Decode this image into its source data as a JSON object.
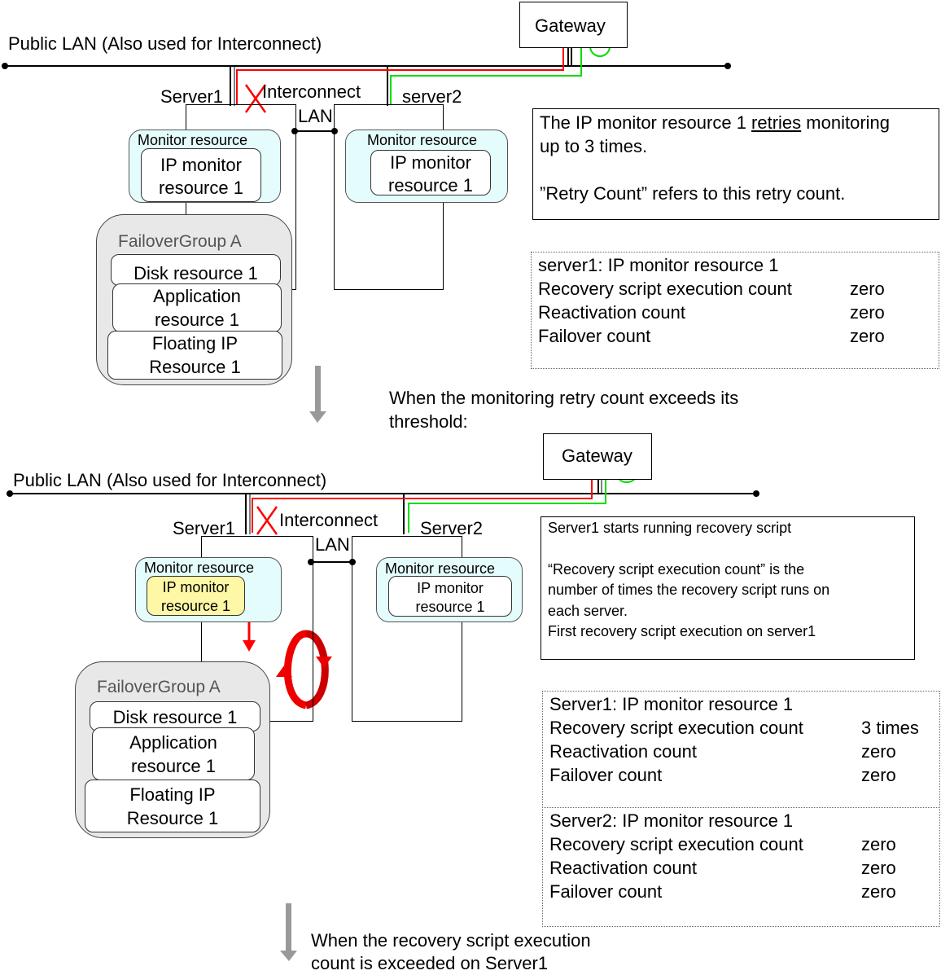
{
  "top_scene": {
    "network_label": "Public LAN (Also used for Interconnect)",
    "gateway_label": "Gateway",
    "server1_label": "Server1",
    "server2_label": "server2",
    "interconnect_label_line1": "Interconnect",
    "interconnect_label_line2": "LAN",
    "server1_monitor": {
      "title": "Monitor resource",
      "inner_line1": "IP monitor",
      "inner_line2": "resource 1"
    },
    "server2_monitor": {
      "title": "Monitor resource",
      "inner_line1": "IP monitor",
      "inner_line2": "resource 1"
    },
    "failover_group": {
      "title": "FailoverGroup A",
      "resources": [
        {
          "line1": "Disk resource 1",
          "line2": ""
        },
        {
          "line1": "Application",
          "line2": "resource 1"
        },
        {
          "line1": "Floating IP",
          "line2": "Resource 1"
        }
      ]
    },
    "note": {
      "line1_before": "The IP monitor resource 1 ",
      "line1_underlined": "retries",
      "line1_after": " monitoring",
      "line2": "up to 3 times.",
      "line3": "”Retry Count” refers to this retry count."
    },
    "counts": {
      "title": "server1: IP monitor resource 1",
      "rows": [
        {
          "label": "Recovery script execution count",
          "value": "zero"
        },
        {
          "label": "Reactivation count",
          "value": "zero"
        },
        {
          "label": "Failover count",
          "value": "zero"
        }
      ]
    }
  },
  "transition1": {
    "line1": "When the monitoring retry count exceeds its",
    "line2": "threshold:"
  },
  "bottom_scene": {
    "network_label": "Public LAN (Also used for Interconnect)",
    "gateway_label": "Gateway",
    "server1_label": "Server1",
    "server2_label": "Server2",
    "interconnect_label_line1": "Interconnect",
    "interconnect_label_line2": "LAN",
    "server1_monitor": {
      "title": "Monitor resource",
      "inner_line1": "IP monitor",
      "inner_line2": "resource 1"
    },
    "server2_monitor": {
      "title": "Monitor resource",
      "inner_line1": "IP monitor",
      "inner_line2": "resource 1"
    },
    "failover_group": {
      "title": "FailoverGroup A",
      "resources": [
        {
          "line1": "Disk resource 1",
          "line2": ""
        },
        {
          "line1": "Application",
          "line2": "resource 1"
        },
        {
          "line1": "Floating IP",
          "line2": "Resource 1"
        }
      ]
    },
    "note": {
      "line1": "Server1 starts running  recovery script",
      "line2": "“Recovery script execution count” is the",
      "line3": "number  of times the recovery script runs on",
      "line4": "each server.",
      "line5": "First recovery script execution on server1"
    },
    "counts_server1": {
      "title": "Server1: IP monitor resource 1",
      "rows": [
        {
          "label": "Recovery script execution count",
          "value": "3 times"
        },
        {
          "label": "Reactivation count",
          "value": "zero"
        },
        {
          "label": "Failover count",
          "value": "zero"
        }
      ]
    },
    "counts_server2": {
      "title": "Server2:  IP monitor resource 1",
      "rows": [
        {
          "label": "Recovery script execution count",
          "value": "zero"
        },
        {
          "label": "Reactivation count",
          "value": "zero"
        },
        {
          "label": "Failover count",
          "value": "zero"
        }
      ]
    }
  },
  "transition2": {
    "line1": "When the recovery  script execution",
    "line2": "count is exceeded  on Server1"
  },
  "colors": {
    "failed_path": "#ff0000",
    "ok_path": "#00dd00",
    "monitor_bg": "#e4fcfc",
    "failing_monitor_bg": "#fdf7a6",
    "group_bg": "#e8e8e8",
    "transition_arrow": "#999999"
  }
}
